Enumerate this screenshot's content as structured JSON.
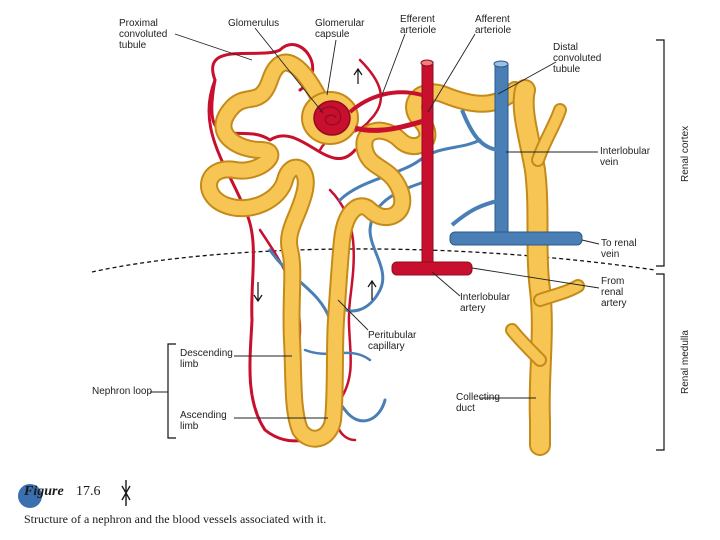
{
  "labels": {
    "proximal": "Proximal\nconvoluted\ntubule",
    "glomerulus": "Glomerulus",
    "glomerular_capsule": "Glomerular\ncapsule",
    "efferent": "Efferent\narteriole",
    "afferent": "Afferent\narteriole",
    "distal": "Distal\nconvoluted\ntubule",
    "interlobular_vein": "Interlobular\nvein",
    "to_renal_vein": "To renal\nvein",
    "from_renal_artery": "From\nrenal\nartery",
    "interlobular_artery": "Interlobular\nartery",
    "peritubular": "Peritubular\ncapillary",
    "descending": "Descending\nlimb",
    "nephron_loop": "Nephron loop",
    "ascending": "Ascending\nlimb",
    "collecting": "Collecting\nduct"
  },
  "regions": {
    "cortex": "Renal cortex",
    "medulla": "Renal medulla"
  },
  "figure": {
    "title": "Figure",
    "number": "17.6",
    "caption": "Structure of a nephron and the blood vessels associated with it."
  },
  "colors": {
    "tubule_fill": "#f7c553",
    "tubule_edge": "#c48a1a",
    "artery": "#c8102e",
    "artery_dark": "#8e0c1f",
    "vein": "#4a7fb6",
    "vein_dark": "#2c5a88",
    "leader": "#222222"
  }
}
